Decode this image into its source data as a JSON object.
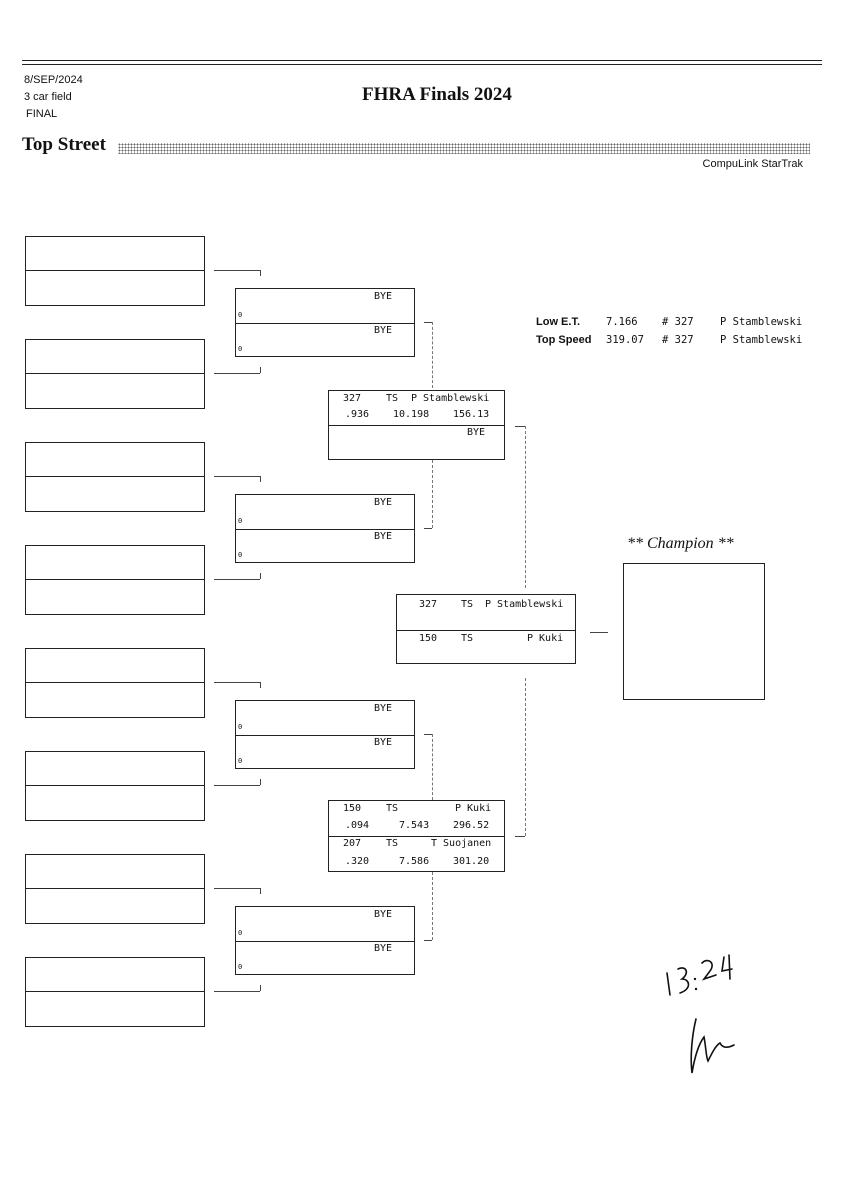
{
  "header": {
    "date": "8/SEP/2024",
    "field": "3 car field",
    "round": "FINAL",
    "title": "FHRA Finals 2024",
    "class_name": "Top Street",
    "brand": "CompuLink StarTrak"
  },
  "round2": [
    {
      "top": {
        "name": "BYE",
        "num": "0"
      },
      "bottom": {
        "name": "BYE",
        "num": "0"
      }
    },
    {
      "top": {
        "name": "BYE",
        "num": "0"
      },
      "bottom": {
        "name": "BYE",
        "num": "0"
      }
    },
    {
      "top": {
        "name": "BYE",
        "num": "0"
      },
      "bottom": {
        "name": "BYE",
        "num": "0"
      }
    },
    {
      "top": {
        "name": "BYE",
        "num": "0"
      },
      "bottom": {
        "name": "BYE",
        "num": "0"
      }
    }
  ],
  "semifinal_1": {
    "top": {
      "car": "327",
      "cls": "TS",
      "driver": "P Stamblewski",
      "rt": ".936",
      "et": "10.198",
      "mph": "156.13"
    },
    "bottom": {
      "name": "BYE"
    }
  },
  "semifinal_2": {
    "top": {
      "car": "150",
      "cls": "TS",
      "driver": "P Kuki",
      "rt": ".094",
      "et": "7.543",
      "mph": "296.52"
    },
    "bottom": {
      "car": "207",
      "cls": "TS",
      "driver": "T Suojanen",
      "rt": ".320",
      "et": "7.586",
      "mph": "301.20"
    }
  },
  "final": {
    "top": {
      "car": "327",
      "cls": "TS",
      "driver": "P Stamblewski"
    },
    "bottom": {
      "car": "150",
      "cls": "TS",
      "driver": "P Kuki"
    }
  },
  "stats": {
    "low_et": {
      "label": "Low  E.T.",
      "value": "7.166",
      "car": "# 327",
      "driver": "P Stamblewski"
    },
    "top_speed": {
      "label": "Top Speed",
      "value": "319.07",
      "car": "# 327",
      "driver": "P Stamblewski"
    }
  },
  "champion_label": "** Champion **",
  "handwriting": {
    "time": "13:24",
    "initials": "lw"
  }
}
